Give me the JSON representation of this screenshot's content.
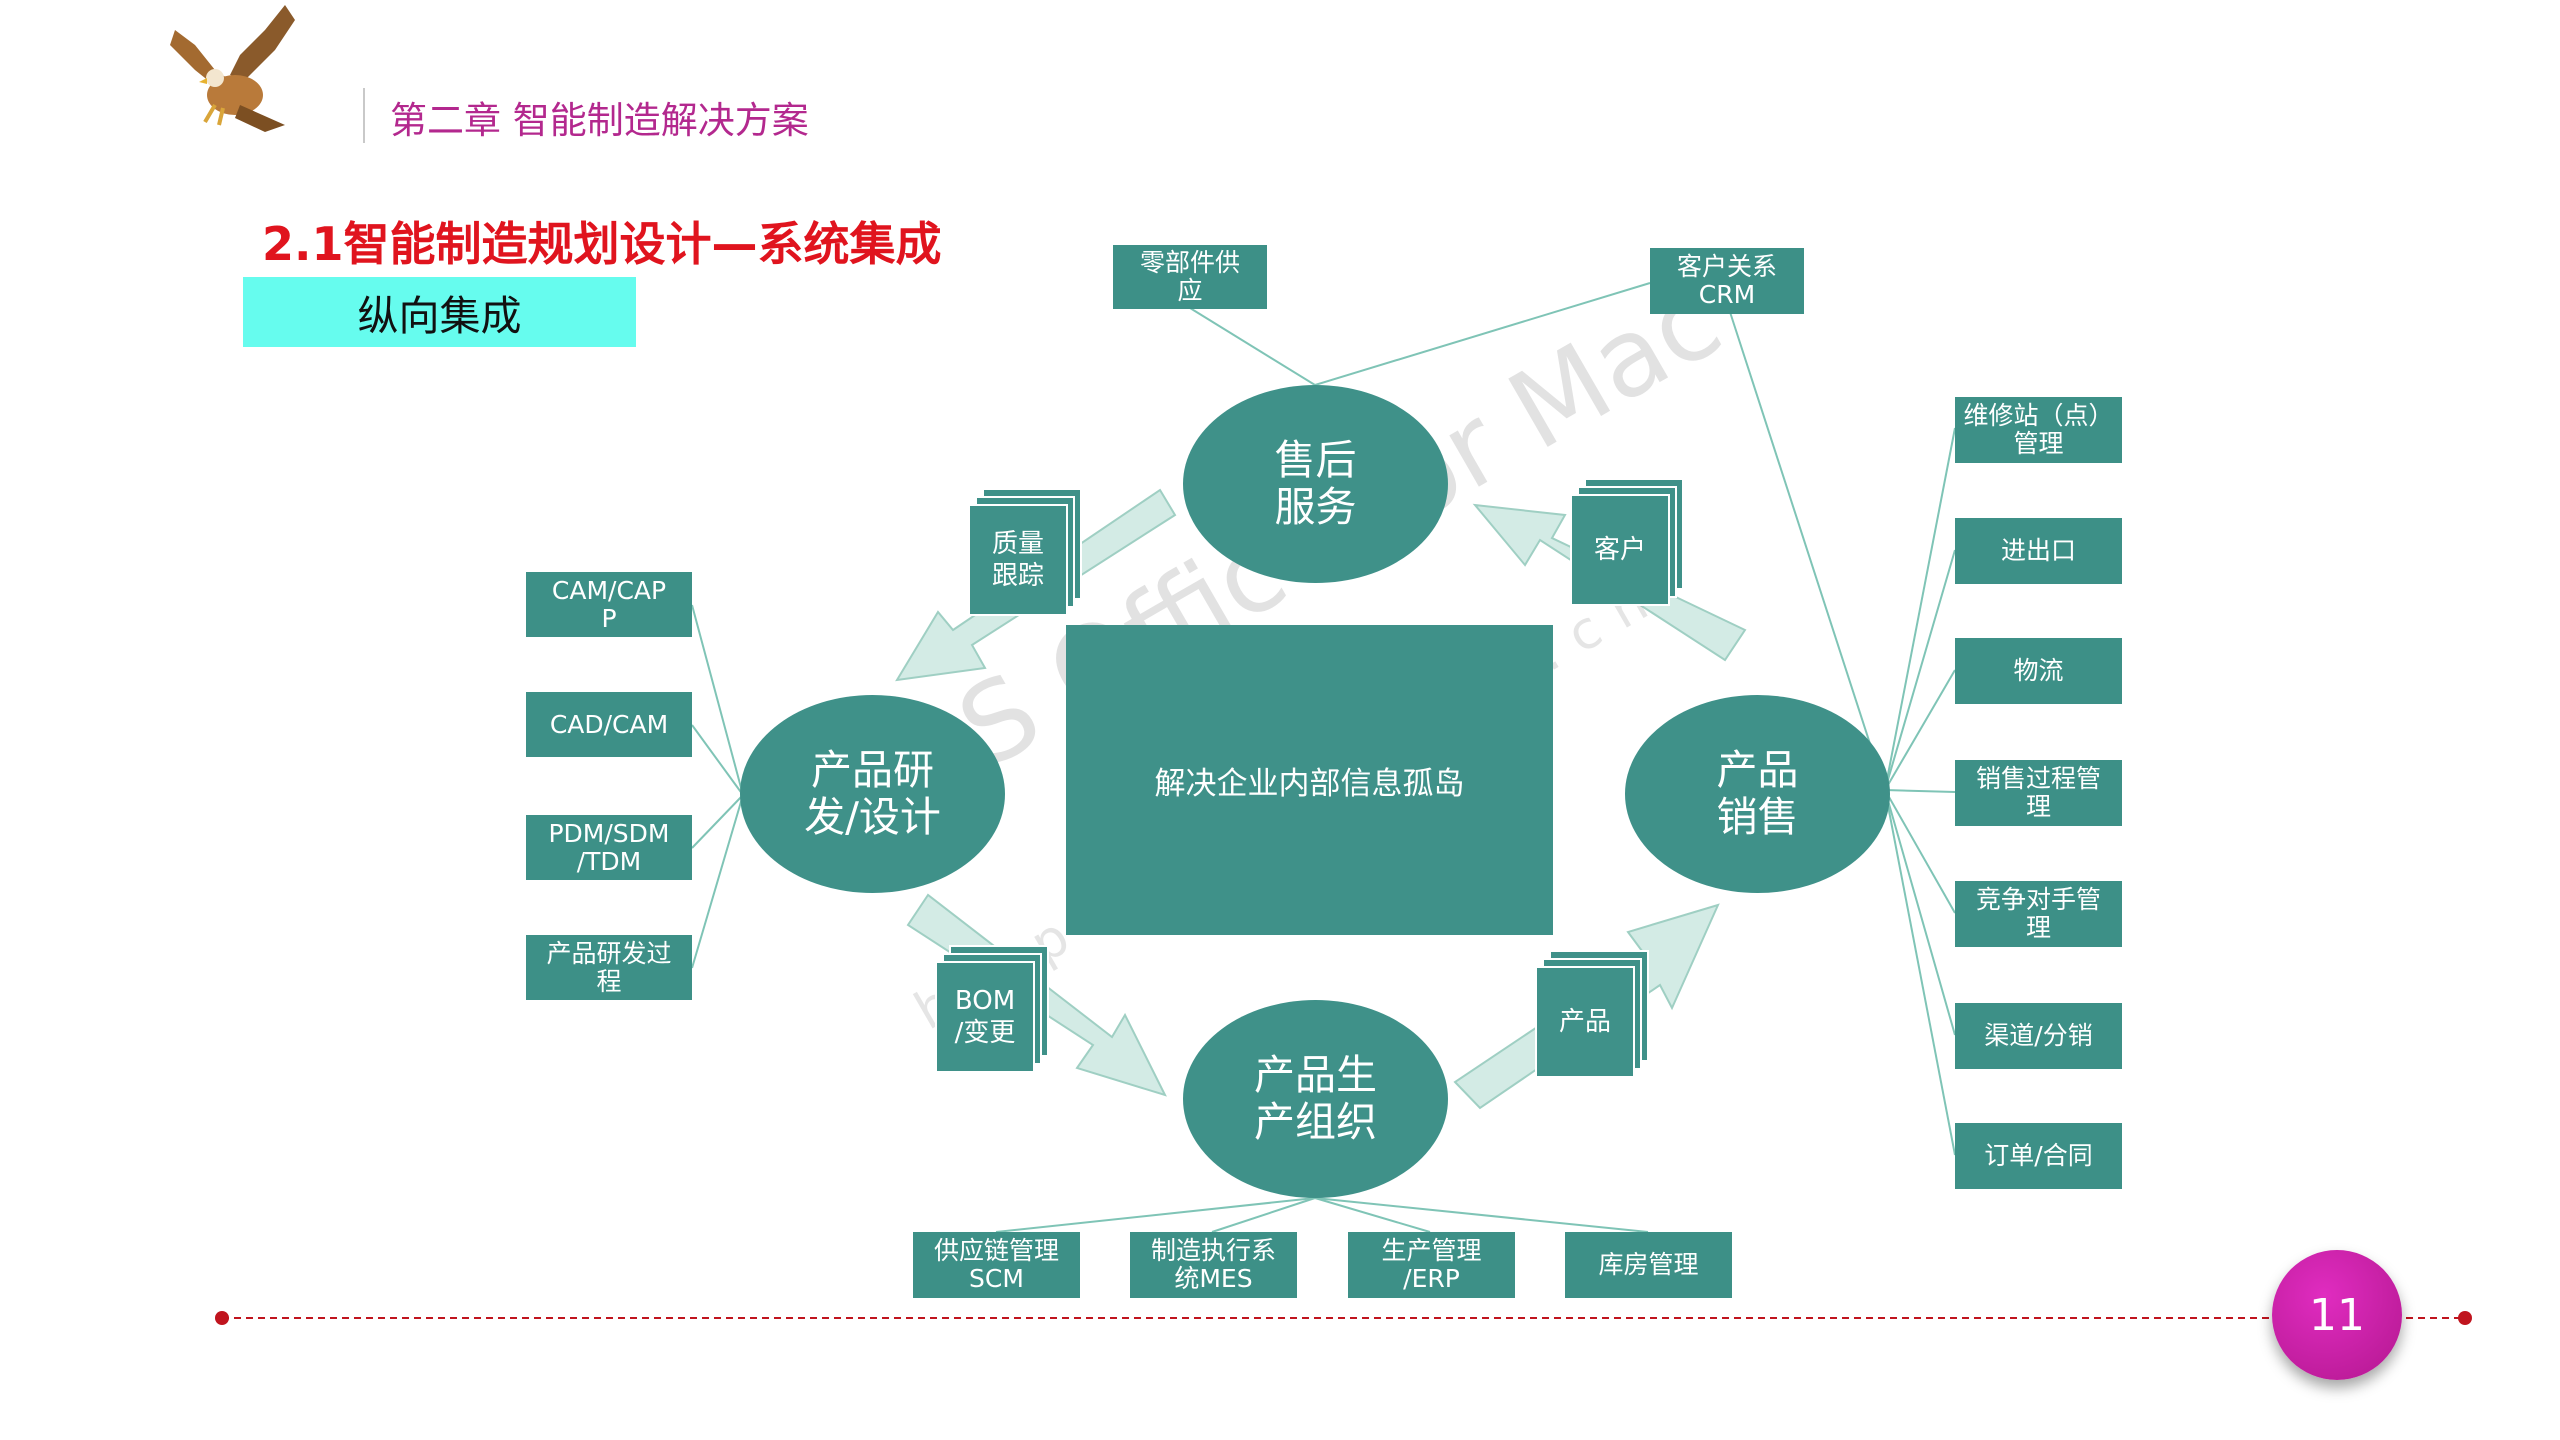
{
  "header": {
    "chapter_title": "第二章  智能制造解决方案",
    "section_title": "2.1智能制造规划设计—系统集成",
    "subtitle": "纵向集成"
  },
  "diagram": {
    "center_label": "解决企业内部信息孤岛",
    "nodes": {
      "after_sales": "售后\n服务",
      "rnd_design": "产品研\n发/设计",
      "sales": "产品\n销售",
      "production": "产品生\n产组织"
    },
    "documents": {
      "quality": "质量\n跟踪",
      "customer": "客户",
      "bom": "BOM\n/变更",
      "product": "产品"
    },
    "top_boxes": {
      "parts_supply": "零部件供\n应",
      "crm": "客户关系\nCRM"
    },
    "left_boxes": [
      "CAM/CAP\nP",
      "CAD/CAM",
      "PDM/SDM\n/TDM",
      "产品研发过\n程"
    ],
    "right_boxes": [
      "维修站（点）\n管理",
      "进出口",
      "物流",
      "销售过程管\n理",
      "竞争对手管\n理",
      "渠道/分销",
      "订单/合同"
    ],
    "bottom_boxes": [
      "供应链管理\nSCM",
      "制造执行系\n统MES",
      "生产管理\n/ERP",
      "库房管理"
    ]
  },
  "watermark": {
    "text": "WPS Office for Mac",
    "url": "https://mac.wps.cn"
  },
  "footer": {
    "page_number": "11"
  },
  "colors": {
    "teal": "#3f9189",
    "accent_magenta": "#b3288e",
    "title_red": "#e0141e",
    "subtitle_cyan": "#66fcee",
    "arrow_fill": "#d3ebe5",
    "footer_line": "#c0141e"
  }
}
